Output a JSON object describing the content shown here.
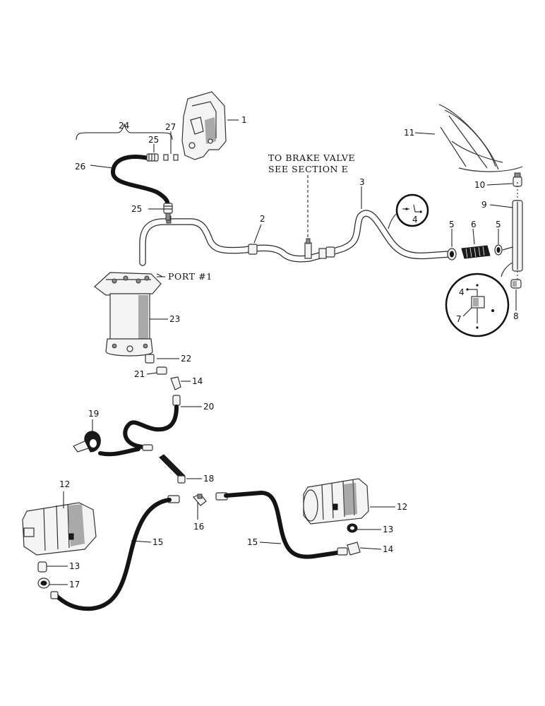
{
  "notes": {
    "to_brake_valve_line1": "TO BRAKE VALVE",
    "to_brake_valve_line2": "SEE SECTION E",
    "port_label": "PORT #1"
  },
  "callouts": {
    "c1": "1",
    "c2": "2",
    "c3": "3",
    "c4a": "4",
    "c4b": "4",
    "c5a": "5",
    "c5b": "5",
    "c6": "6",
    "c7": "7",
    "c8": "8",
    "c9": "9",
    "c10": "10",
    "c11": "11",
    "c12a": "12",
    "c12b": "12",
    "c13a": "13",
    "c13b": "13",
    "c14a": "14",
    "c14b": "14",
    "c15a": "15",
    "c15b": "15",
    "c16": "16",
    "c17": "17",
    "c18": "18",
    "c19": "19",
    "c20": "20",
    "c21": "21",
    "c22": "22",
    "c23": "23",
    "c24": "24",
    "c25a": "25",
    "c25b": "25",
    "c26": "26",
    "c27": "27"
  }
}
